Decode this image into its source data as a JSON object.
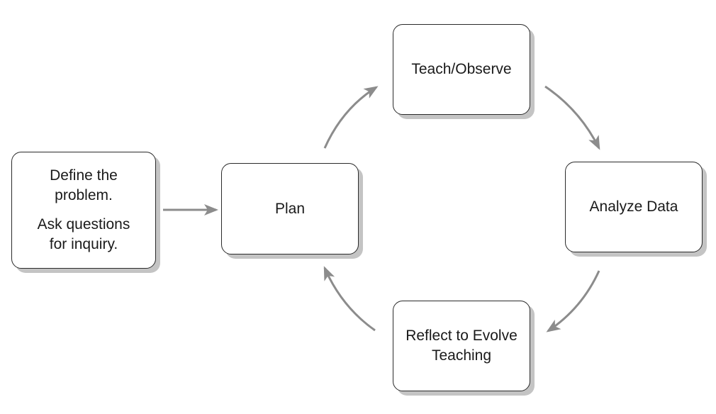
{
  "diagram": {
    "boxes": {
      "define": {
        "line1": "Define the",
        "line2": "problem.",
        "line3": "Ask questions",
        "line4": "for inquiry."
      },
      "plan": {
        "label": "Plan"
      },
      "teach": {
        "label": "Teach/Observe"
      },
      "analyze": {
        "label": "Analyze Data"
      },
      "reflect": {
        "line1": "Reflect to Evolve",
        "line2": "Teaching"
      }
    },
    "colors": {
      "arrow": "#8c8c8c",
      "box_border": "#2a2a2a",
      "box_shadow": "#c4c4c4"
    }
  }
}
